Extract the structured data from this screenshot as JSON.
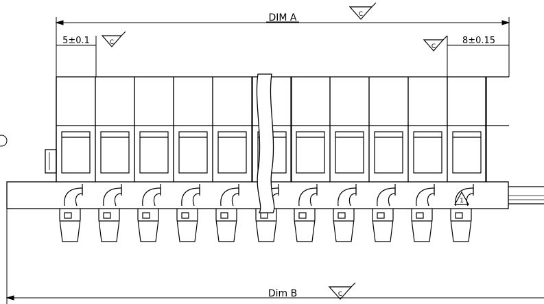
{
  "dimensions": {
    "overall_top": "DIM A",
    "overall_bottom": "Dim B",
    "left_offset": "5±0.1",
    "right_offset": "8±0.15"
  },
  "symbols": {
    "surface_finish_letter": "C",
    "warning_number": "1"
  },
  "connector": {
    "positions_left_of_break": 5,
    "positions_right_of_break": 5
  }
}
